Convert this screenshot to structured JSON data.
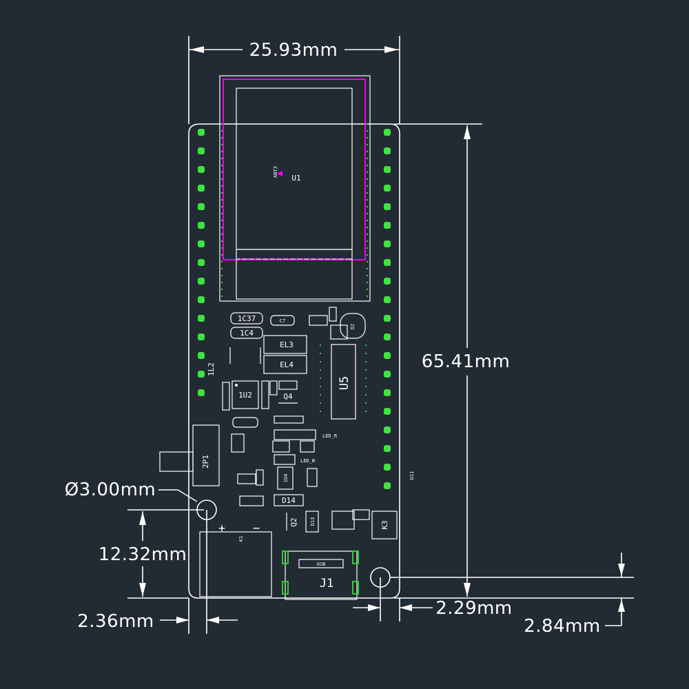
{
  "dimensions": {
    "width": "25.93mm",
    "height": "65.41mm",
    "hole_diameter": "Ø3.00mm",
    "hole_offset_vertical": "12.32mm",
    "hole_offset_left": "2.36mm",
    "hole_offset_right": "2.29mm",
    "hole_offset_bottom": "2.84mm"
  },
  "labels": {
    "u1_ref": "U1",
    "ant_ref": "ANT3",
    "c37": "1C37",
    "c4": "1C4",
    "c7": "C7",
    "d2": "D2",
    "el3": "EL3",
    "el4": "EL4",
    "u5": "U5",
    "u2": "1U2",
    "l2": "1L2",
    "q4": "Q4",
    "q2": "Q2",
    "p1": "2P1",
    "led_r": "LED_R",
    "led_b": "LED_B",
    "d14": "D14",
    "u4": "1U4",
    "d13": "D13",
    "k3": "K3",
    "j1": "J1",
    "usb": "USB",
    "u11": "U11",
    "plus": "+",
    "minus": "−",
    "k1": "K1"
  },
  "colors": {
    "background": "#222a33",
    "silkscreen": "#ffffff",
    "pin": "#3fe33f",
    "keepout": "#ff00ff"
  }
}
